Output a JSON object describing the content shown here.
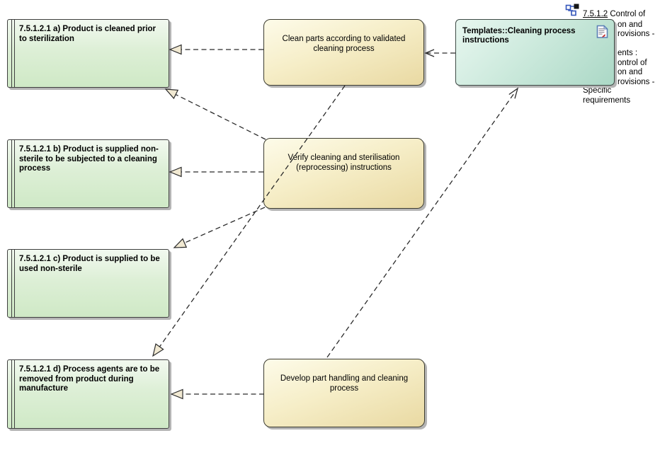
{
  "diagram": {
    "requirements": [
      {
        "text": "7.5.1.2.1 a) Product is cleaned prior to sterilization"
      },
      {
        "text": "7.5.1.2.1 b) Product is supplied non-sterile to be subjected to a cleaning process"
      },
      {
        "text": "7.5.1.2.1 c) Product is supplied to be used non-sterile"
      },
      {
        "text": "7.5.1.2.1 d) Process agents are to be removed from product during manufacture"
      }
    ],
    "activities": [
      {
        "text": "Clean parts according to validated cleaning process"
      },
      {
        "text": "Verify cleaning and sterilisation (reprocessing) instructions"
      },
      {
        "text": "Develop part handling and cleaning process"
      }
    ],
    "artifact": {
      "title": "Templates::Cleaning process instructions"
    },
    "note": {
      "ref": "7.5.1.2",
      "line1_rest": " Control of",
      "fragments": [
        "on and",
        "rovisions -",
        "ents :",
        "ontrol of",
        "on and",
        "rovisions -"
      ],
      "tail": [
        "Specific",
        "requirements"
      ]
    },
    "icons": {
      "artifact_corner": "linked-document-icon",
      "note_marker": "diagram-ref-icon"
    },
    "colors": {
      "requirement_fill_bottom": "#cfe9c6",
      "activity_fill_bottom": "#e9d9a2",
      "artifact_fill_bottom": "#abd8c6",
      "connector": "#2b2b2b",
      "arrowhead_fill": "#f1e9d2",
      "shadow": "#b4b4b4",
      "icon_blue": "#3355bb",
      "icon_red": "#c23030"
    }
  }
}
